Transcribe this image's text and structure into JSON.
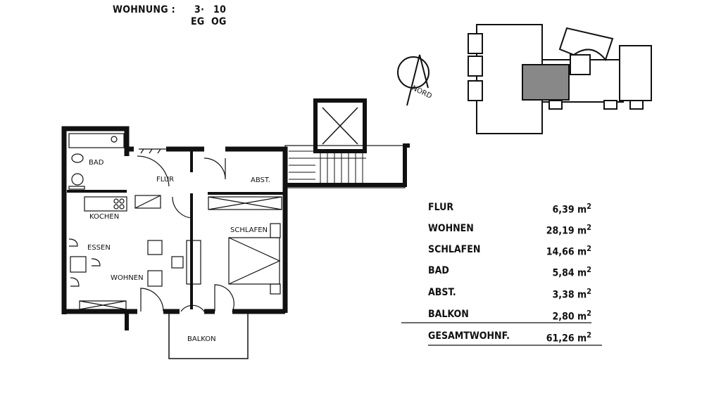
{
  "header": {
    "label": "WOHNUNG :",
    "number_1": "3·",
    "number_2": "10",
    "floor_1": "EG",
    "floor_2": "OG"
  },
  "compass": {
    "label": "NORD"
  },
  "rooms": {
    "bad": "BAD",
    "flur": "FLUR",
    "abst": "ABST.",
    "kochen": "KOCHEN",
    "essen": "ESSEN",
    "wohnen": "WOHNEN",
    "schlafen": "SCHLAFEN",
    "balkon": "BALKON"
  },
  "areas": [
    {
      "label": "FLUR",
      "value": "6,39",
      "unit": "m",
      "exp": "2"
    },
    {
      "label": "WOHNEN",
      "value": "28,19",
      "unit": "m",
      "exp": "2"
    },
    {
      "label": "SCHLAFEN",
      "value": "14,66",
      "unit": "m",
      "exp": "2"
    },
    {
      "label": "BAD",
      "value": "5,84",
      "unit": "m",
      "exp": "2"
    },
    {
      "label": "ABST.",
      "value": "3,38",
      "unit": "m",
      "exp": "2"
    },
    {
      "label": "BALKON",
      "value": "2,80",
      "unit": "m",
      "exp": "2"
    },
    {
      "label": "GESAMTWOHNF.",
      "value": "61,26",
      "unit": "m",
      "exp": "2"
    }
  ]
}
